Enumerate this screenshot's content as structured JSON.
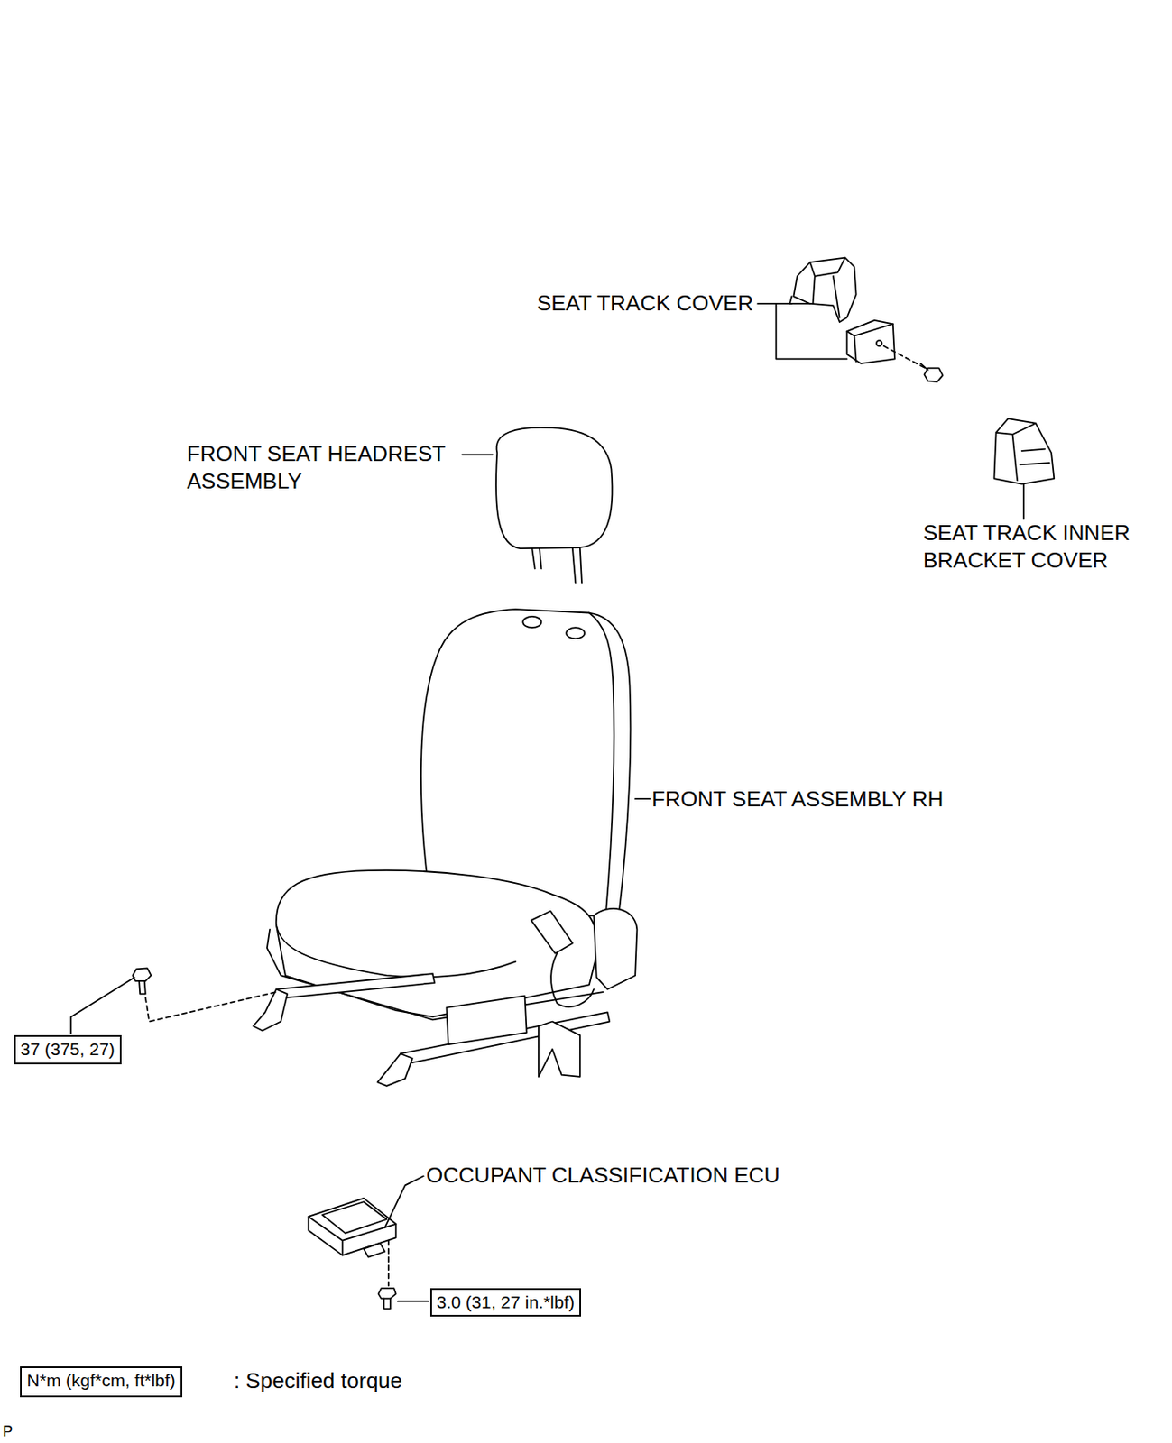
{
  "diagram": {
    "nodes": [
      {
        "text": [
          "37 (375, 27)"
        ]
      },
      {
        "text": [
          "3.0 (31, 27 in.*lbf)"
        ]
      },
      {
        "text": [
          "N*m (kgf*cm, ft*lbf)"
        ]
      }
    ],
    "edges": [],
    "labels": [
      "SEAT TRACK COVER",
      "FRONT SEAT HEADREST ASSEMBLY",
      "SEAT TRACK INNER BRACKET COVER",
      "FRONT SEAT ASSEMBLY RH",
      "OCCUPANT CLASSIFICATION ECU",
      ": Specified torque",
      "P"
    ]
  }
}
